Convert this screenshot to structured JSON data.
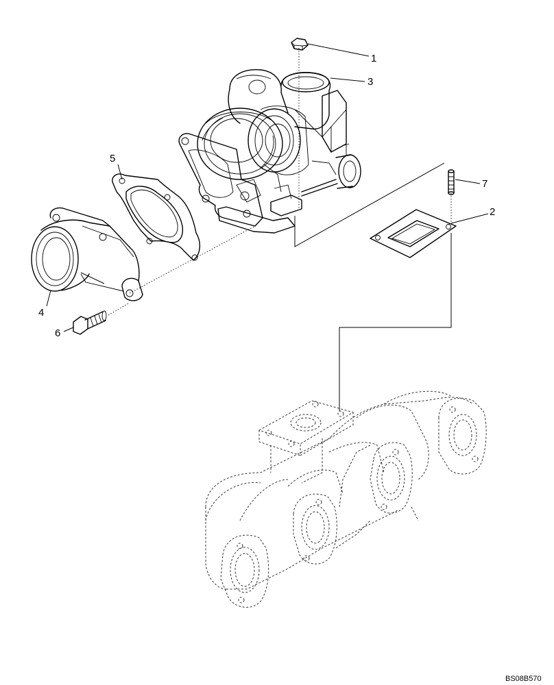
{
  "callouts": {
    "c1": "1",
    "c2": "2",
    "c3": "3",
    "c4": "4",
    "c5": "5",
    "c6": "6",
    "c7": "7"
  },
  "reference_code": "BS08B570"
}
